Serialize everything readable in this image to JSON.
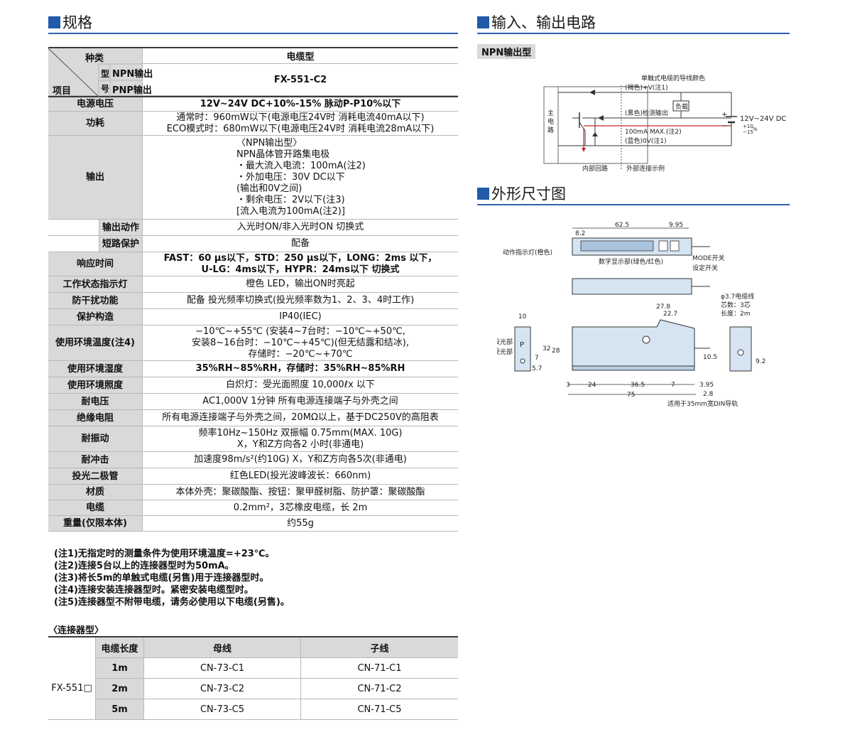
{
  "sections": {
    "spec_title": "规格",
    "circuit_title": "输入、输出电路",
    "dimension_title": "外形尺寸图"
  },
  "spec_head": {
    "kind_label": "种类",
    "item_label": "项目",
    "model_label_1": "型",
    "model_label_2": "号",
    "npn_label": "NPN输出",
    "pnp_label": "PNP输出",
    "kind_value": "电缆型",
    "model_value": "FX-551-C2"
  },
  "spec_rows": [
    {
      "label": "电源电压",
      "lines": [
        "12V~24V DC+10%-15%    脉动P-P10%以下"
      ]
    },
    {
      "label": "功耗",
      "lines": [
        "通常时：960mW以下(电源电压24V时 消耗电流40mA以下)",
        "ECO模式时：680mW以下(电源电压24V时 消耗电流28mA以下)"
      ]
    },
    {
      "label": "输出",
      "lines": [
        "〈NPN输出型〉",
        "NPN晶体管开路集电极",
        "・最大流入电流：100mA(注2)",
        "・外加电压：30V DC以下",
        "   (输出和0V之间)",
        "・剩余电压：2V以下(注3)",
        "   [流入电流为100mA(注2)]"
      ]
    },
    {
      "label": "输出动作",
      "lines": [
        "入光时ON/非入光时ON  切换式"
      ]
    },
    {
      "label": "短路保护",
      "lines": [
        "配备"
      ]
    },
    {
      "label": "响应时间",
      "lines": [
        "FAST：60 μs以下，STD：250 μs以下，LONG：2ms 以下，",
        "U-LG：4ms以下，HYPR：24ms以下  切换式"
      ]
    },
    {
      "label": "工作状态指示灯",
      "lines": [
        "橙色 LED，输出ON时亮起"
      ]
    },
    {
      "label": "防干扰功能",
      "lines": [
        "配备 投光频率切换式(投光频率数为1、2、3、4时工作)"
      ]
    },
    {
      "label": "保护构造",
      "lines": [
        "IP40(IEC)"
      ]
    },
    {
      "label": "使用环境温度(注4)",
      "lines": [
        "−10℃~+55℃ (安装4~7台时：−10℃~+50℃,",
        "安装8~16台时：−10℃~+45℃)(但无结露和结冰),",
        "存储时：−20℃~+70℃"
      ]
    },
    {
      "label": "使用环境湿度",
      "lines": [
        "35%RH~85%RH，存储时：35%RH~85%RH"
      ]
    },
    {
      "label": "使用环境照度",
      "lines": [
        "白炽灯：受光面照度 10,000ℓx 以下"
      ]
    },
    {
      "label": "耐电压",
      "lines": [
        "AC1,000V 1分钟  所有电源连接端子与外壳之间"
      ]
    },
    {
      "label": "绝缘电阻",
      "lines": [
        "所有电源连接端子与外壳之间，20MΩ以上，基于DC250V的高阻表"
      ]
    },
    {
      "label": "耐振动",
      "lines": [
        "频率10Hz~150Hz 双振幅 0.75mm(MAX. 10G)",
        "X，Y和Z方向各2 小时(非通电)"
      ]
    },
    {
      "label": "耐冲击",
      "lines": [
        "加速度98m/s²(约10G) X，Y和Z方向各5次(非通电)"
      ]
    },
    {
      "label": "投光二极管",
      "lines": [
        "红色LED(投光波峰波长：660nm)"
      ]
    },
    {
      "label": "材质",
      "lines": [
        "本体外壳：聚碳酸酯、按钮：聚甲醛树脂、防护罩：聚碳酸酯"
      ]
    },
    {
      "label": "电缆",
      "lines": [
        "0.2mm²，3芯橡皮电缆，长 2m"
      ]
    },
    {
      "label": "重量(仅限本体)",
      "lines": [
        "约55g"
      ]
    }
  ],
  "notes": [
    "(注1)无指定时的测量条件为使用环境温度=+23℃。",
    "(注2)连接5台以上的连接器型时为50mA。",
    "(注3)将长5m的单触式电缆(另售)用于连接器型时。",
    "(注4)连接安装连接器型时。紧密安装电缆型时。",
    "(注5)连接器型不附带电缆，请务必使用以下电缆(另售)。"
  ],
  "connector": {
    "title": "〈连接器型〉",
    "model": "FX-551□",
    "head": {
      "length": "电缆长度",
      "mother": "母线",
      "child": "子线"
    },
    "rows": [
      {
        "length": "1m",
        "mother": "CN-73-C1",
        "child": "CN-71-C1"
      },
      {
        "length": "2m",
        "mother": "CN-73-C2",
        "child": "CN-71-C2"
      },
      {
        "length": "5m",
        "mother": "CN-73-C5",
        "child": "CN-71-C5"
      }
    ]
  },
  "circuit": {
    "type_label": "NPN输出型",
    "main_circuit": "主电路",
    "cable_color": "单触式电缆的导线颜色",
    "brown": "(褐色)+V(注1)",
    "black": "(黑色)检测输出",
    "load": "负载",
    "max_current": "100mA MAX.(注2)",
    "blue": "(蓝色)0V(注1)",
    "supply": "12V~24V DC",
    "tol_plus": "+10",
    "tol_minus": "−15",
    "tol_unit": "%",
    "plus": "+",
    "minus": "−",
    "internal": "内部回路",
    "external": "外部连接示例"
  },
  "dimensions": {
    "d62_5": "62.5",
    "d8_2": "8.2",
    "d9_95": "9.95",
    "indicator": "动作指示灯(橙色)",
    "display": "数字显示部(绿色/红色)",
    "mode": "MODE开关",
    "set": "设定开关",
    "cable": "φ3.7电缆线",
    "cores": "芯数：3芯",
    "length": "长度：2m",
    "d10": "10",
    "d27_8": "27.8",
    "d22_7": "22.7",
    "emit": "投光部",
    "receive": "受光部",
    "p": "P",
    "d32": "32",
    "d28": "28",
    "d7": "7",
    "d5_7": "5.7",
    "d10_5": "10.5",
    "d9_2": "9.2",
    "d3": "3",
    "d24": "24",
    "d36_5": "36.5",
    "d7b": "7",
    "d3_95": "3.95",
    "d2_8": "2.8",
    "d75": "75",
    "din": "适用于35mm宽DIN导轨"
  }
}
